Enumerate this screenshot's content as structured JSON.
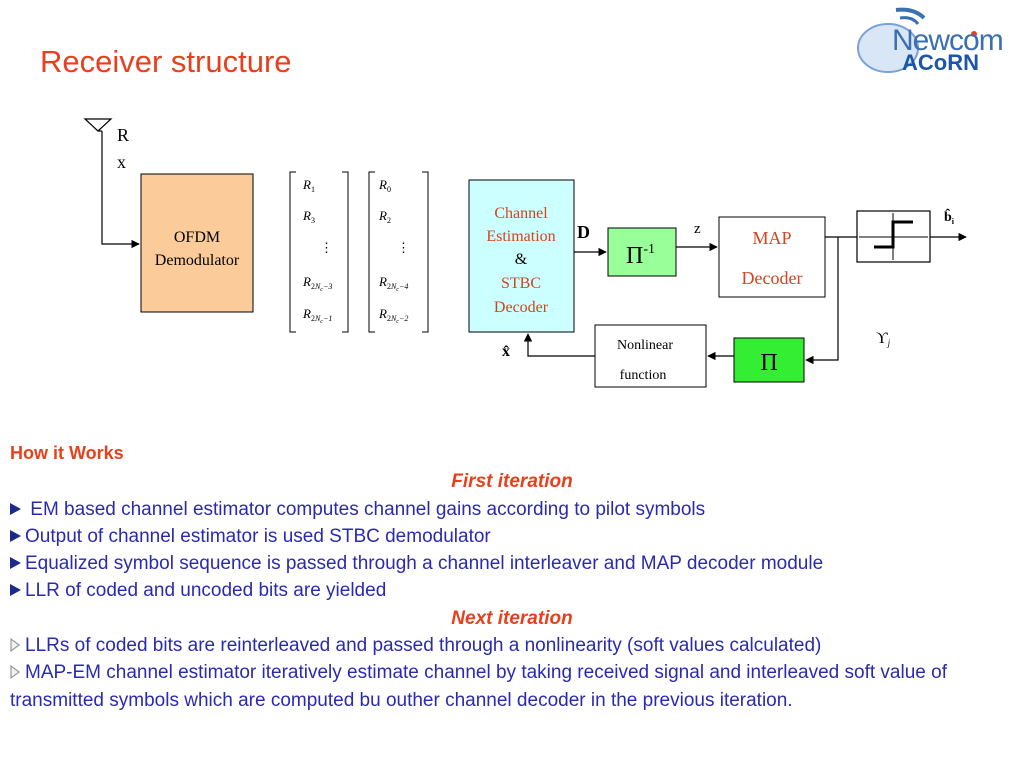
{
  "page": {
    "title": "Receiver structure"
  },
  "logo": {
    "line1": "Newcom",
    "line2": "ACoRN"
  },
  "diagram": {
    "antenna_label_1": "R",
    "antenna_label_2": "x",
    "ofdm_line1": "OFDM",
    "ofdm_line2": "Demodulator",
    "vec1": [
      "R1",
      "R3",
      "⋮",
      "R2Nc−3",
      "R2Nc−1"
    ],
    "vec2": [
      "R0",
      "R2",
      "⋮",
      "R2Nc−4",
      "R2Nc−2"
    ],
    "ce_line1": "Channel",
    "ce_line2": "Estimation",
    "ce_line3": "&",
    "ce_line4": "STBC",
    "ce_line5": "Decoder",
    "d_label": "D",
    "deint_label": "Π",
    "deint_sup": "-1",
    "z_label": "z",
    "map_line1": "MAP",
    "map_line2": "Decoder",
    "b_label": "b̂",
    "b_sub": "i",
    "upsilon_label": "ϒ",
    "upsilon_sub": "j",
    "int_label": "Π",
    "nonlin_line1": "Nonlinear",
    "nonlin_line2": "function",
    "xhat_label": "x̂",
    "colors": {
      "ofdm_fill": "#fbcc99",
      "ce_fill": "#ccffff",
      "deint_fill": "#99ff99",
      "int_fill": "#33ee33",
      "ce_text": "#d4431c",
      "map_text": "#d4431c"
    }
  },
  "text": {
    "how_heading": "How it Works",
    "first_heading": "First iteration",
    "first_items": [
      " EM based channel estimator computes channel gains according to pilot symbols",
      "Output of channel estimator is used STBC demodulator",
      "Equalized symbol sequence is passed through a channel interleaver and MAP decoder module",
      "LLR of coded and uncoded bits are yielded"
    ],
    "next_heading": "Next iteration",
    "next_items": [
      "LLRs of coded bits are reinterleaved and passed through a nonlinearity (soft values calculated)",
      "MAP-EM channel estimator iteratively estimate channel by taking received signal and interleaved soft value of transmitted symbols  which are computed bu outher channel decoder in the previous iteration."
    ]
  }
}
